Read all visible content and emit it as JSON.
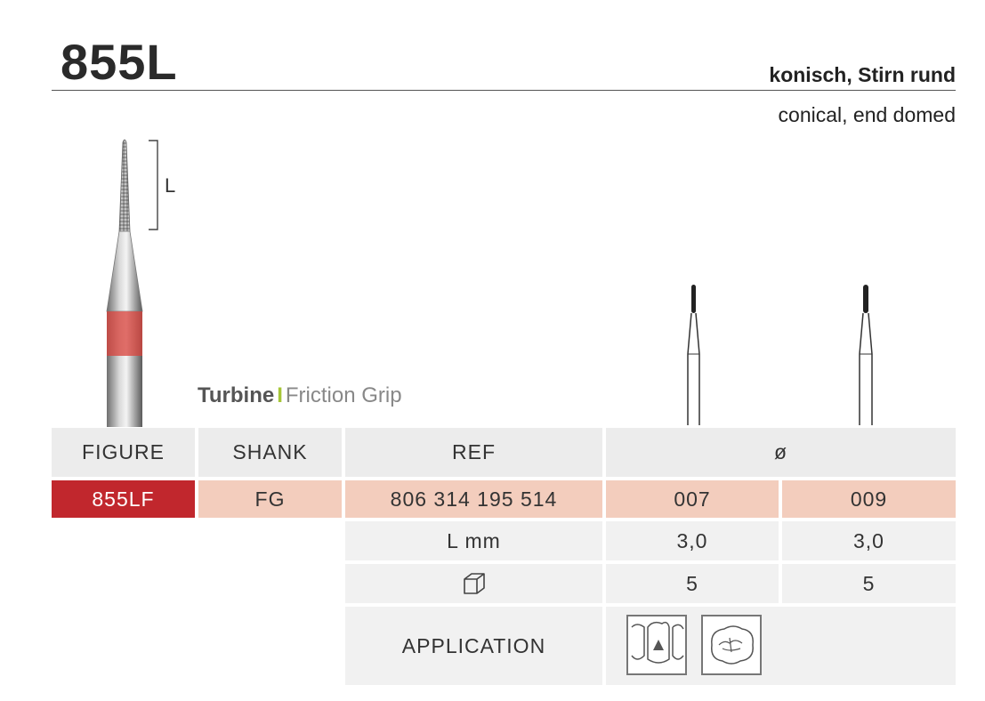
{
  "header": {
    "title": "855L",
    "subtitle_de": "konisch, Stirn rund",
    "subtitle_en": "conical, end domed"
  },
  "bur": {
    "length_label": "L",
    "band_color": "#d9413a"
  },
  "grip": {
    "bold": "Turbine",
    "separator": "I",
    "light": "Friction Grip"
  },
  "table": {
    "headers": {
      "figure": "FIGURE",
      "shank": "SHANK",
      "ref": "REF",
      "diameter": "ø"
    },
    "row": {
      "figure": "855LF",
      "shank": "FG",
      "ref": "806 314 195 514",
      "sizes": [
        "007",
        "009"
      ]
    },
    "length": {
      "label": "L mm",
      "values": [
        "3,0",
        "3,0"
      ]
    },
    "package": {
      "icon": "package-box-icon",
      "values": [
        "5",
        "5"
      ]
    },
    "application": {
      "label": "APPLICATION",
      "icons": [
        "tooth-cavity-icon",
        "occlusal-surface-icon"
      ]
    }
  },
  "colors": {
    "figure_red": "#c1272d",
    "peach": "#f3cdbd",
    "header_grey": "#ececec",
    "accent_green": "#a6c637"
  }
}
